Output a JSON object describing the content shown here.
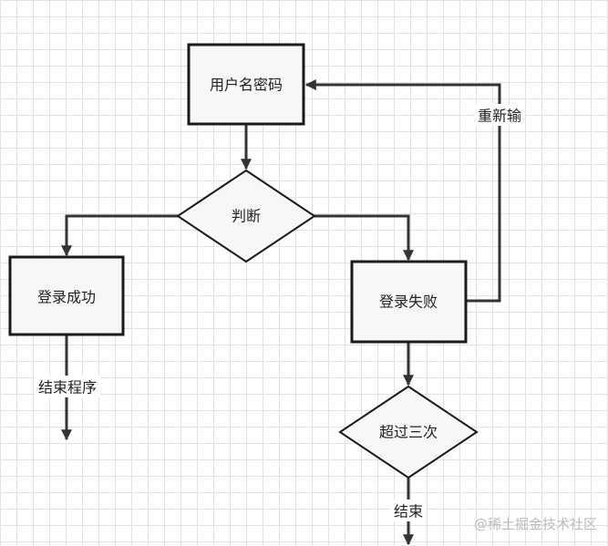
{
  "nodes": {
    "username_password": "用户名密码",
    "decision": "判断",
    "login_success": "登录成功",
    "login_failure": "登录失败",
    "over_three_times": "超过三次"
  },
  "edge_labels": {
    "end_program": "结束程序",
    "re_enter": "重新输",
    "end": "结束"
  },
  "watermark": "@稀土掘金技术社区",
  "colors": {
    "node_fill": "#f7f7f7",
    "node_border": "#1a1a1a",
    "connector": "#333333",
    "grid": "#e2e2e2"
  }
}
